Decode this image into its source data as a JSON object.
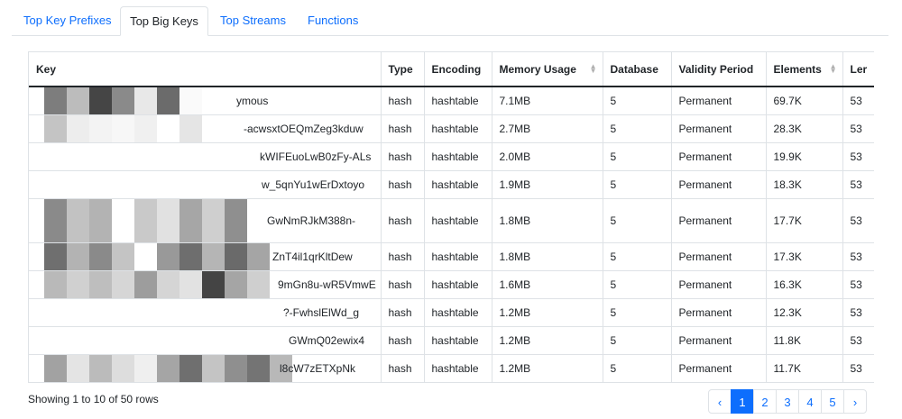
{
  "tabs": [
    {
      "label": "Top Key Prefixes",
      "active": false
    },
    {
      "label": "Top Big Keys",
      "active": true
    },
    {
      "label": "Top Streams",
      "active": false
    },
    {
      "label": "Functions",
      "active": false
    }
  ],
  "table": {
    "headers": [
      "Key",
      "Type",
      "Encoding",
      "Memory Usage",
      "Database",
      "Validity Period",
      "Elements",
      "Ler"
    ],
    "rows": [
      {
        "key": "ymous",
        "type": "hash",
        "encoding": "hashtable",
        "memory": "7.1MB",
        "database": "5",
        "validity": "Permanent",
        "elements": "69.7K",
        "length": "53"
      },
      {
        "key": "-acwsxtOEQmZeg3kduw",
        "type": "hash",
        "encoding": "hashtable",
        "memory": "2.7MB",
        "database": "5",
        "validity": "Permanent",
        "elements": "28.3K",
        "length": "53"
      },
      {
        "key": "kWIFEuoLwB0zFy-ALs",
        "type": "hash",
        "encoding": "hashtable",
        "memory": "2.0MB",
        "database": "5",
        "validity": "Permanent",
        "elements": "19.9K",
        "length": "53"
      },
      {
        "key": "w_5qnYu1wErDxtoyo",
        "type": "hash",
        "encoding": "hashtable",
        "memory": "1.9MB",
        "database": "5",
        "validity": "Permanent",
        "elements": "18.3K",
        "length": "53"
      },
      {
        "key": "GwNmRJkM388n-",
        "type": "hash",
        "encoding": "hashtable",
        "memory": "1.8MB",
        "database": "5",
        "validity": "Permanent",
        "elements": "17.7K",
        "length": "53"
      },
      {
        "key": "ZnT4il1qrKltDew",
        "type": "hash",
        "encoding": "hashtable",
        "memory": "1.8MB",
        "database": "5",
        "validity": "Permanent",
        "elements": "17.3K",
        "length": "53"
      },
      {
        "key": "9mGn8u-wR5VmwE",
        "type": "hash",
        "encoding": "hashtable",
        "memory": "1.6MB",
        "database": "5",
        "validity": "Permanent",
        "elements": "16.3K",
        "length": "53"
      },
      {
        "key": "?-FwhslElWd_g",
        "type": "hash",
        "encoding": "hashtable",
        "memory": "1.2MB",
        "database": "5",
        "validity": "Permanent",
        "elements": "12.3K",
        "length": "53"
      },
      {
        "key": "GWmQ02ewix4",
        "type": "hash",
        "encoding": "hashtable",
        "memory": "1.2MB",
        "database": "5",
        "validity": "Permanent",
        "elements": "11.8K",
        "length": "53"
      },
      {
        "key": "l8cW7zETXpNk",
        "type": "hash",
        "encoding": "hashtable",
        "memory": "1.2MB",
        "database": "5",
        "validity": "Permanent",
        "elements": "11.7K",
        "length": "53"
      }
    ]
  },
  "footer": {
    "summary": "Showing 1 to 10 of 50 rows"
  },
  "pagination": {
    "prev": "‹",
    "pages": [
      "1",
      "2",
      "3",
      "4",
      "5"
    ],
    "next": "›",
    "active": "1"
  }
}
